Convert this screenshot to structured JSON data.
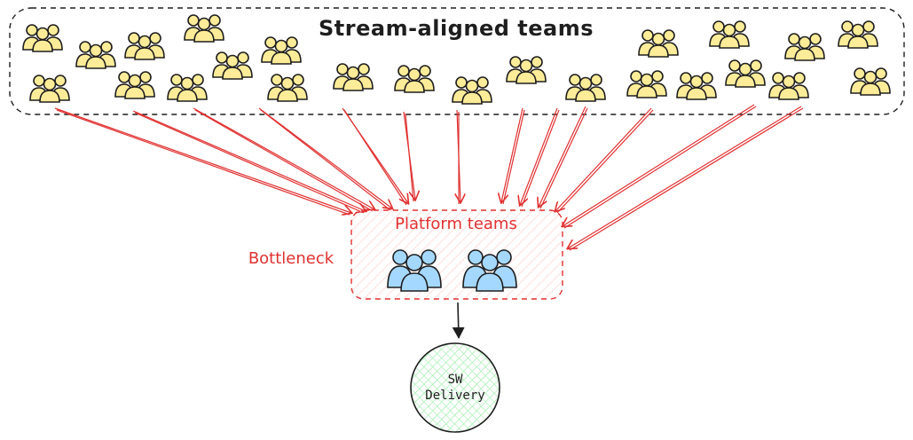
{
  "diagram": {
    "stream_group_label": "Stream-aligned teams",
    "platform_group_label": "Platform teams",
    "bottleneck_label": "Bottleneck",
    "delivery_line1": "SW",
    "delivery_line2": "Delivery"
  },
  "colors": {
    "stream_team_fill": "#ffec99",
    "platform_team_fill": "#a5d8ff",
    "arrow_red": "#e03131",
    "delivery_fill": "#b2f2bb",
    "stroke": "#1e1e1e"
  },
  "icons": {
    "stream_team": "people-group-icon",
    "platform_team": "people-group-icon"
  }
}
